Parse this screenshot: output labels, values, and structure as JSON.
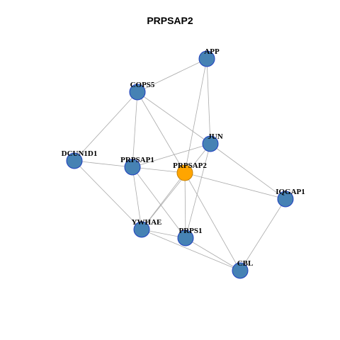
{
  "title": "PRPSAP2",
  "colors": {
    "node_fill": "#4682B4",
    "node_stroke": "#1F3FBF",
    "focus_fill": "#FFA500",
    "focus_stroke": "#C58000",
    "edge": "#AAAAAA",
    "label": "#000000"
  },
  "nodes": [
    {
      "id": "APP",
      "label": "APP",
      "focus": false
    },
    {
      "id": "COPS5",
      "label": "COPS5",
      "focus": false
    },
    {
      "id": "JUN",
      "label": "JUN",
      "focus": false
    },
    {
      "id": "DCUN1D1",
      "label": "DCUN1D1",
      "focus": false
    },
    {
      "id": "PRPSAP1",
      "label": "PRPSAP1",
      "focus": false
    },
    {
      "id": "PRPSAP2",
      "label": "PRPSAP2",
      "focus": true
    },
    {
      "id": "IQGAP1",
      "label": "IQGAP1",
      "focus": false
    },
    {
      "id": "YWHAE",
      "label": "YWHAE",
      "focus": false
    },
    {
      "id": "PRPS1",
      "label": "PRPS1",
      "focus": false
    },
    {
      "id": "CBL",
      "label": "CBL",
      "focus": false
    }
  ],
  "edges": [
    [
      "APP",
      "COPS5"
    ],
    [
      "APP",
      "JUN"
    ],
    [
      "APP",
      "PRPSAP2"
    ],
    [
      "COPS5",
      "DCUN1D1"
    ],
    [
      "COPS5",
      "PRPSAP1"
    ],
    [
      "COPS5",
      "PRPSAP2"
    ],
    [
      "COPS5",
      "JUN"
    ],
    [
      "JUN",
      "PRPSAP1"
    ],
    [
      "JUN",
      "PRPS1"
    ],
    [
      "JUN",
      "IQGAP1"
    ],
    [
      "JUN",
      "YWHAE"
    ],
    [
      "DCUN1D1",
      "PRPSAP1"
    ],
    [
      "DCUN1D1",
      "YWHAE"
    ],
    [
      "PRPSAP1",
      "PRPSAP2"
    ],
    [
      "PRPSAP1",
      "YWHAE"
    ],
    [
      "PRPSAP1",
      "PRPS1"
    ],
    [
      "PRPSAP2",
      "IQGAP1"
    ],
    [
      "PRPSAP2",
      "YWHAE"
    ],
    [
      "PRPSAP2",
      "PRPS1"
    ],
    [
      "PRPSAP2",
      "CBL"
    ],
    [
      "IQGAP1",
      "CBL"
    ],
    [
      "YWHAE",
      "PRPS1"
    ],
    [
      "YWHAE",
      "CBL"
    ],
    [
      "PRPS1",
      "CBL"
    ]
  ]
}
